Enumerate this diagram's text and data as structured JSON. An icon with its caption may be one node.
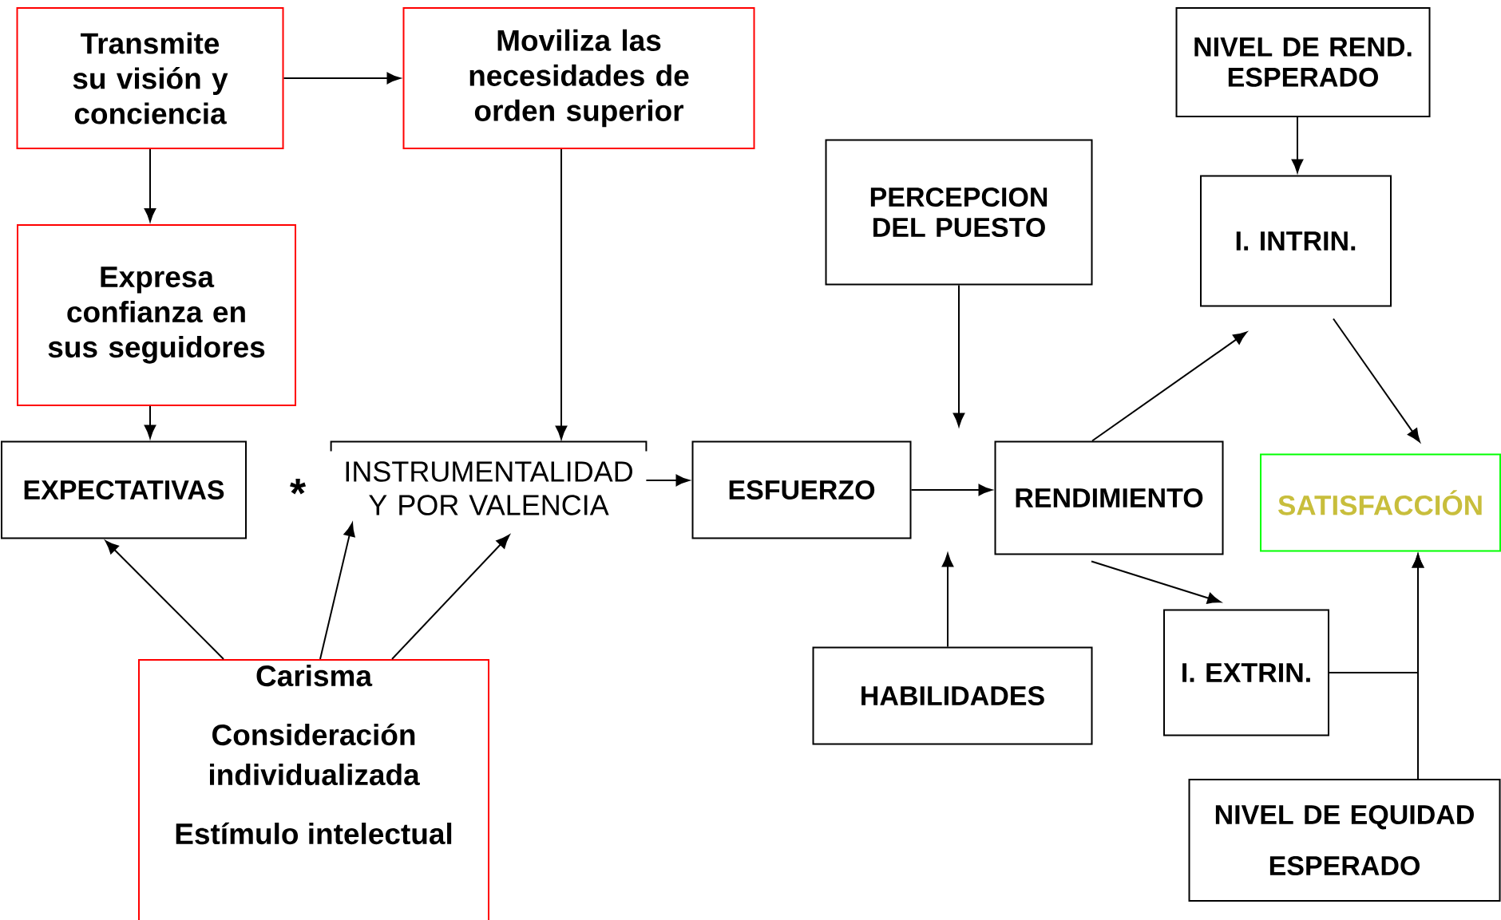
{
  "diagram": {
    "nodes": [
      {
        "text": [
          "Transmite su visión y conciencia"
        ]
      },
      {
        "text": [
          "Moviliza las necesidades de orden superior"
        ]
      },
      {
        "text": [
          "NIVEL DE REND. ESPERADO"
        ]
      },
      {
        "text": [
          "PERCEPCION DEL PUESTO"
        ]
      },
      {
        "text": [
          "Expresa confianza en sus seguidores"
        ]
      },
      {
        "text": [
          "I. INTRIN."
        ]
      },
      {
        "text": [
          "EXPECTATIVAS"
        ]
      },
      {
        "text": [
          "INSTRUMENTALIDAD Y POR VALENCIA"
        ]
      },
      {
        "text": [
          "ESFUERZO"
        ]
      },
      {
        "text": [
          "RENDIMIENTO"
        ]
      },
      {
        "text": [
          "SATISFACCIÓN"
        ]
      },
      {
        "text": [
          "Carisma",
          "Consideración individualizada",
          "Estímulo intelectual"
        ]
      },
      {
        "text": [
          "I. EXTRIN."
        ]
      },
      {
        "text": [
          "HABILIDADES"
        ]
      },
      {
        "text": [
          "NIVEL DE EQUIDAD ESPERADO"
        ]
      }
    ],
    "edges": [
      {
        "from": 0,
        "to": 1,
        "arrow": "to"
      },
      {
        "from": 0,
        "to": 4,
        "arrow": "to"
      },
      {
        "from": 4,
        "to": 6,
        "arrow": "to"
      },
      {
        "from": 1,
        "to": 7,
        "arrow": "to"
      },
      {
        "from": 7,
        "to": 8,
        "arrow": "to"
      },
      {
        "from": 11,
        "to": 6,
        "arrow": "to"
      },
      {
        "from": 11,
        "to": 7,
        "arrow": "to"
      },
      {
        "from": 11,
        "to": 7,
        "arrow": "to"
      },
      {
        "from": 8,
        "to": 9,
        "arrow": "to"
      },
      {
        "from": 3,
        "to": null,
        "arrow": "to"
      },
      {
        "from": 13,
        "to": null,
        "arrow": "to"
      },
      {
        "from": 9,
        "to": 5,
        "arrow": "to"
      },
      {
        "from": 5,
        "to": 10,
        "arrow": "to"
      },
      {
        "from": 9,
        "to": 12,
        "arrow": "to"
      },
      {
        "from": 2,
        "to": 5,
        "arrow": "to"
      },
      {
        "from": 12,
        "to": 10,
        "arrow": "to"
      },
      {
        "from": 14,
        "to": 10,
        "arrow": "to"
      }
    ],
    "labels": [
      "*"
    ]
  }
}
